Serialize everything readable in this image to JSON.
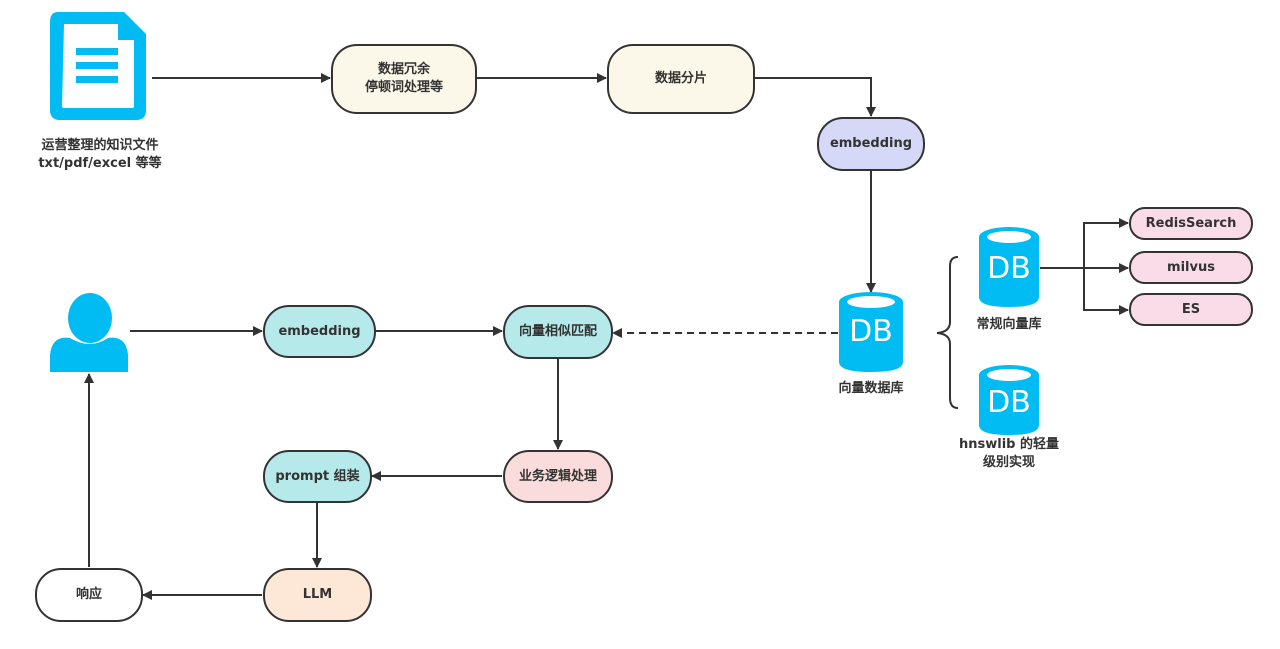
{
  "colors": {
    "icon_blue": "#00bcf2",
    "stroke": "#333333",
    "cream": "#fcf8e9",
    "lavender": "#d6d8f8",
    "teal": "#b5e9ea",
    "pink": "#fbdcdc",
    "peach": "#fde8d8",
    "rose": "#fadbe8"
  },
  "document_source": {
    "icon": "document-icon",
    "label_line1": "运营整理的知识文件",
    "label_line2": "txt/pdf/excel 等等"
  },
  "nodes": {
    "preprocess": {
      "line1": "数据冗余",
      "line2": "停顿词处理等"
    },
    "chunking": {
      "label": "数据分片"
    },
    "embedding_ingest": {
      "label": "embedding"
    },
    "vector_db": {
      "icon_text": "DB",
      "label": "向量数据库"
    },
    "regular_vector_db": {
      "icon_text": "DB",
      "label": "常规向量库"
    },
    "hnswlib_db": {
      "icon_text": "DB",
      "label_line1": "hnswlib 的轻量",
      "label_line2": "级别实现"
    },
    "redissearch": {
      "label": "RedisSearch"
    },
    "milvus": {
      "label": "milvus"
    },
    "es": {
      "label": "ES"
    },
    "user": {
      "icon": "user-icon"
    },
    "embedding_query": {
      "label": "embedding"
    },
    "similarity_match": {
      "label": "向量相似匹配"
    },
    "business_logic": {
      "label": "业务逻辑处理"
    },
    "prompt_assembly": {
      "label": "prompt 组装"
    },
    "llm": {
      "label": "LLM"
    },
    "response": {
      "label": "响应"
    }
  }
}
